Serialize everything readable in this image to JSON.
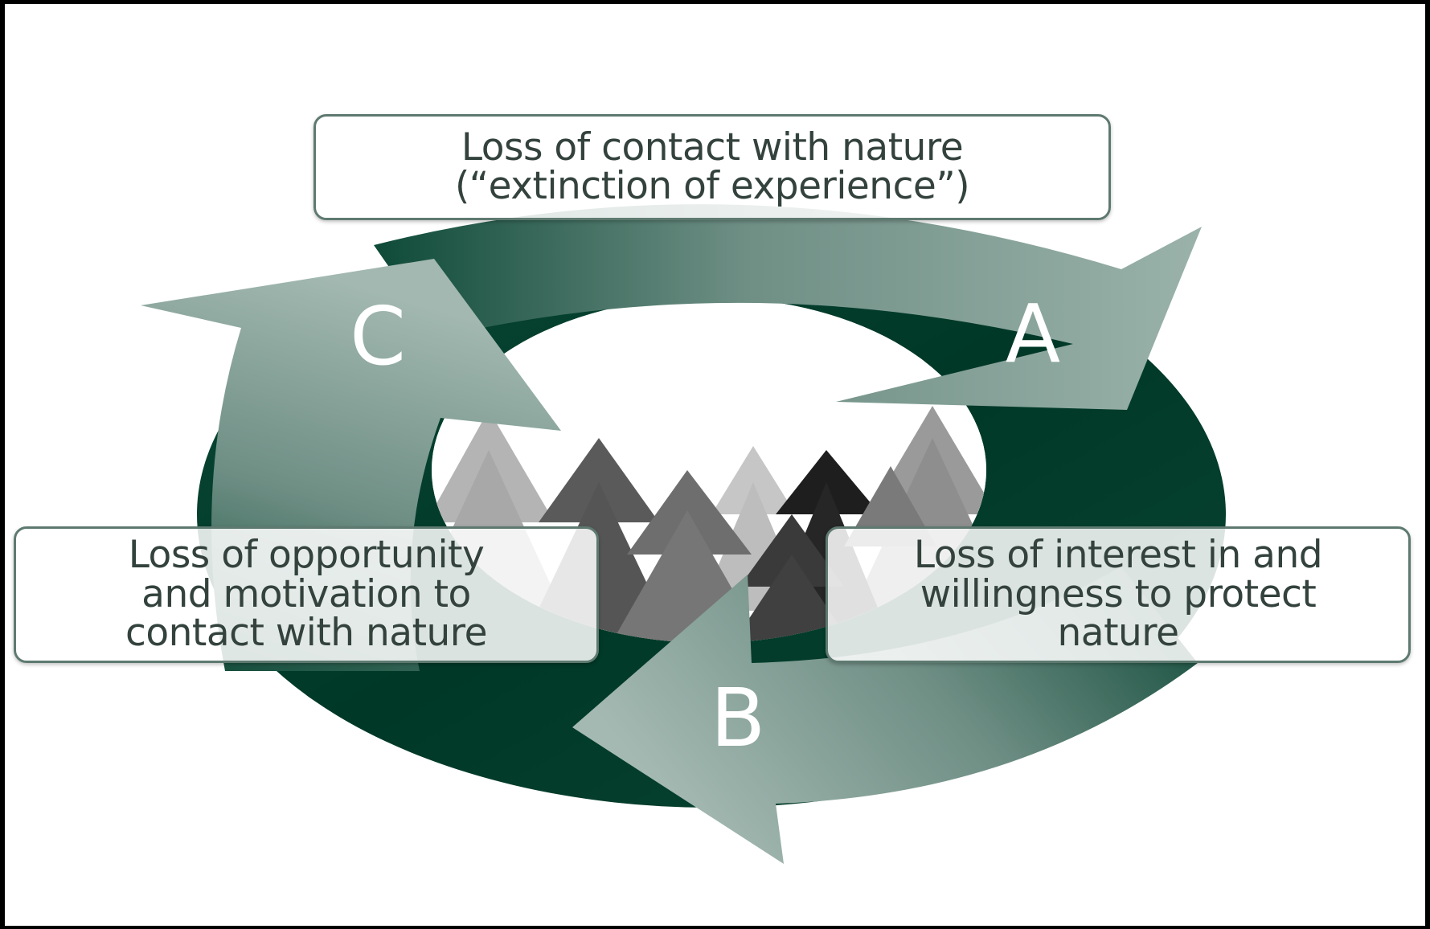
{
  "boxes": {
    "top": [
      "Loss of contact with nature",
      "(“extinction of experience”)"
    ],
    "right": [
      "Loss of interest in and",
      "willingness to protect",
      "nature"
    ],
    "left": [
      "Loss of opportunity",
      "and motivation to",
      "contact with nature"
    ]
  },
  "arrows": {
    "a": "A",
    "b": "B",
    "c": "C"
  },
  "colors": {
    "ring_dark": "#003827",
    "arrow_light": "#8fa8a0",
    "frame": "#000000",
    "tree_dark": "#1e1e1e",
    "tree_mid": "#6a6a6a",
    "tree_light": "#b4b4b4"
  },
  "icons": [
    "forest-illustration",
    "cycle-ring"
  ]
}
